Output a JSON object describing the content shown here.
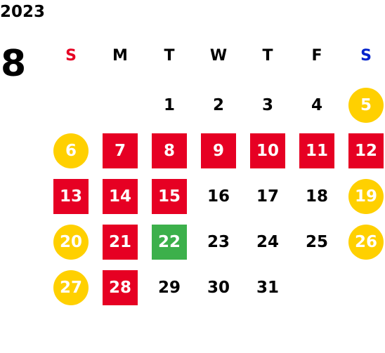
{
  "calendar": {
    "year": "2023",
    "month": "8",
    "weekday_headers": [
      {
        "label": "S",
        "color": "#e60023"
      },
      {
        "label": "M",
        "color": "#000000"
      },
      {
        "label": "T",
        "color": "#000000"
      },
      {
        "label": "W",
        "color": "#000000"
      },
      {
        "label": "T",
        "color": "#000000"
      },
      {
        "label": "F",
        "color": "#000000"
      },
      {
        "label": "S",
        "color": "#0022cc"
      }
    ],
    "weeks": [
      [
        null,
        null,
        {
          "day": "1",
          "style": "plain"
        },
        {
          "day": "2",
          "style": "plain"
        },
        {
          "day": "3",
          "style": "plain"
        },
        {
          "day": "4",
          "style": "plain"
        },
        {
          "day": "5",
          "style": "yellow"
        }
      ],
      [
        {
          "day": "6",
          "style": "yellow"
        },
        {
          "day": "7",
          "style": "red"
        },
        {
          "day": "8",
          "style": "red"
        },
        {
          "day": "9",
          "style": "red"
        },
        {
          "day": "10",
          "style": "red"
        },
        {
          "day": "11",
          "style": "red"
        },
        {
          "day": "12",
          "style": "red"
        }
      ],
      [
        {
          "day": "13",
          "style": "red"
        },
        {
          "day": "14",
          "style": "red"
        },
        {
          "day": "15",
          "style": "red"
        },
        {
          "day": "16",
          "style": "plain"
        },
        {
          "day": "17",
          "style": "plain"
        },
        {
          "day": "18",
          "style": "plain"
        },
        {
          "day": "19",
          "style": "yellow"
        }
      ],
      [
        {
          "day": "20",
          "style": "yellow"
        },
        {
          "day": "21",
          "style": "red"
        },
        {
          "day": "22",
          "style": "green"
        },
        {
          "day": "23",
          "style": "plain"
        },
        {
          "day": "24",
          "style": "plain"
        },
        {
          "day": "25",
          "style": "plain"
        },
        {
          "day": "26",
          "style": "yellow"
        }
      ],
      [
        {
          "day": "27",
          "style": "yellow"
        },
        {
          "day": "28",
          "style": "red"
        },
        {
          "day": "29",
          "style": "plain"
        },
        {
          "day": "30",
          "style": "plain"
        },
        {
          "day": "31",
          "style": "plain"
        },
        null,
        null
      ]
    ],
    "colors": {
      "red": "#e60023",
      "green": "#3cb04b",
      "yellow": "#ffd000"
    }
  }
}
